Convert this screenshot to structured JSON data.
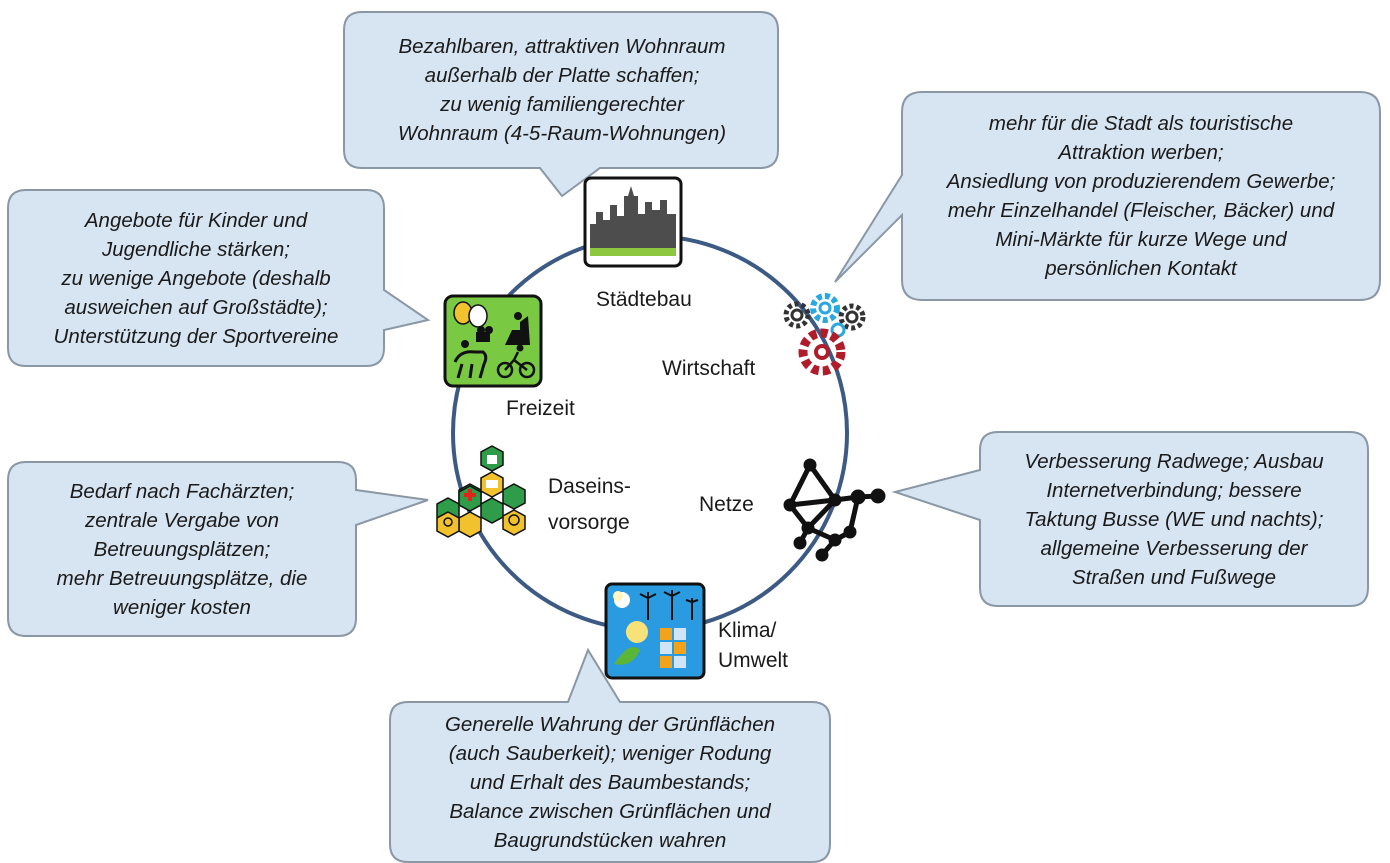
{
  "center_cycle": {
    "topics": [
      {
        "id": "staedtebau",
        "label": "Städtebau",
        "icon": "city-skyline-icon"
      },
      {
        "id": "wirtschaft",
        "label": "Wirtschaft",
        "icon": "gears-icon"
      },
      {
        "id": "netze",
        "label": "Netze",
        "icon": "network-icon"
      },
      {
        "id": "klima",
        "label_lines": [
          "Klima/",
          "Umwelt"
        ],
        "icon": "climate-environment-icon"
      },
      {
        "id": "daseinsvorsorge",
        "label_lines": [
          "Daseins-",
          "vorsorge"
        ],
        "icon": "public-services-icon"
      },
      {
        "id": "freizeit",
        "label": "Freizeit",
        "icon": "leisure-icon"
      }
    ]
  },
  "bubbles": {
    "staedtebau": [
      "Bezahlbaren, attraktiven Wohnraum",
      "außerhalb der Platte schaffen;",
      "zu wenig familiengerechter",
      "Wohnraum (4-5-Raum-Wohnungen)"
    ],
    "wirtschaft": [
      "mehr für die Stadt als touristische",
      "Attraktion werben;",
      "Ansiedlung von produzierendem Gewerbe;",
      "mehr Einzelhandel (Fleischer, Bäcker) und",
      "Mini-Märkte für kurze Wege und",
      "persönlichen Kontakt"
    ],
    "freizeit": [
      "Angebote für Kinder und",
      "Jugendliche stärken;",
      "zu wenige Angebote (deshalb",
      "ausweichen auf Großstädte);",
      "Unterstützung der Sportvereine"
    ],
    "daseinsvorsorge": [
      "Bedarf nach Fachärzten;",
      "zentrale Vergabe von",
      "Betreuungsplätzen;",
      "mehr Betreuungsplätze, die",
      "weniger kosten"
    ],
    "netze": [
      "Verbesserung Radwege; Ausbau",
      "Internetverbindung; bessere",
      "Taktung Busse (WE und nachts);",
      "allgemeine Verbesserung der",
      "Straßen und Fußwege"
    ],
    "klima": [
      "Generelle Wahrung der Grünflächen",
      "(auch Sauberkeit); weniger Rodung",
      "und Erhalt des Baumbestands;",
      "Balance zwischen Grünflächen und",
      "Baugrundstücken wahren"
    ]
  },
  "colors": {
    "bubble_fill": "#d7e4f1",
    "bubble_stroke": "#8a97a5",
    "circle": "#3c5a83",
    "freizeit_green": "#7ac943",
    "skyline": "#4d4d4d",
    "skyline_ground": "#8dc63f",
    "gear_dark": "#333333",
    "gear_blue": "#29a8e0",
    "gear_red": "#b11c2b",
    "hex_yellow": "#f2c12e",
    "hex_green": "#2e9c48"
  }
}
